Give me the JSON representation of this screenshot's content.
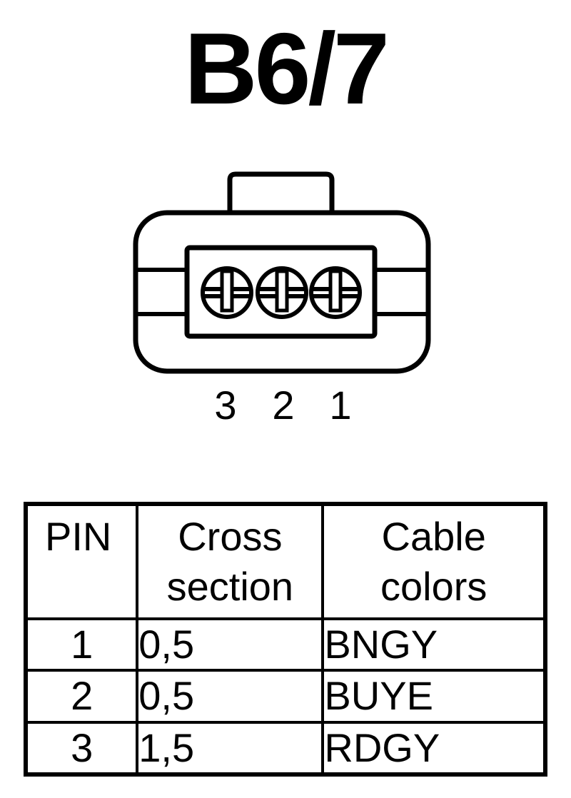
{
  "title": "B6/7",
  "connector": {
    "pin_numbers": [
      "3",
      "2",
      "1"
    ]
  },
  "table": {
    "headers": {
      "pin": "PIN",
      "cross_section_line1": "Cross",
      "cross_section_line2": "section",
      "cable_colors_line1": "Cable",
      "cable_colors_line2": "colors"
    },
    "rows": [
      {
        "pin": "1",
        "cross_section": "0,5",
        "color": "BNGY"
      },
      {
        "pin": "2",
        "cross_section": "0,5",
        "color": "BUYE"
      },
      {
        "pin": "3",
        "cross_section": "1,5",
        "color": "RDGY"
      }
    ]
  }
}
